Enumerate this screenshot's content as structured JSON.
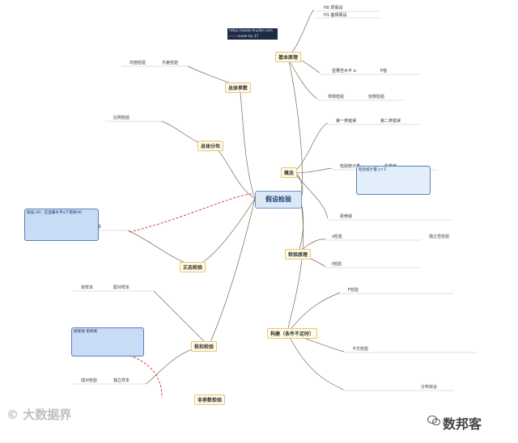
{
  "central_topic": "假设检验",
  "url_box": {
    "line1": "https://www.shujike.com",
    "line2": "——  made by 37"
  },
  "branches": {
    "b1": "基本原理",
    "b2": "概念",
    "b3": "检验原理",
    "b4": "总体参数",
    "b5": "总体分布",
    "b6": "正态检验",
    "b7": "秩和检验",
    "b8": "非参数检验",
    "b9": "构建（条件不足时）"
  },
  "callouts": {
    "c1": "假设 H0：在显著水平α下拒绝H0",
    "c2": "接受域  拒绝域",
    "c3": "检验统计量 z  t  F"
  },
  "labels": {
    "r1": "H0 原假设",
    "r2": "H1 备择假设",
    "r3": "显著性水平 α",
    "r4": "P值",
    "r5": "单侧检验",
    "r6": "双侧检验",
    "r7": "第一类错误",
    "r8": "第二类错误",
    "r9": "检验统计量",
    "r10": "临界值",
    "r11": "拒绝域",
    "r12": "z检验",
    "r13": "t检验",
    "r14": "F检验",
    "r15": "卡方检验",
    "l1": "均值检验",
    "l2": "方差检验",
    "l3": "比例检验",
    "l4": "单样本",
    "l5": "双样本",
    "l6": "配对样本",
    "l7": "成对检验",
    "l8": "独立样本",
    "l9": "分布拟合",
    "l10": "独立性检验"
  },
  "watermark_left": "© 大数据界",
  "watermark_right": "数邦客"
}
